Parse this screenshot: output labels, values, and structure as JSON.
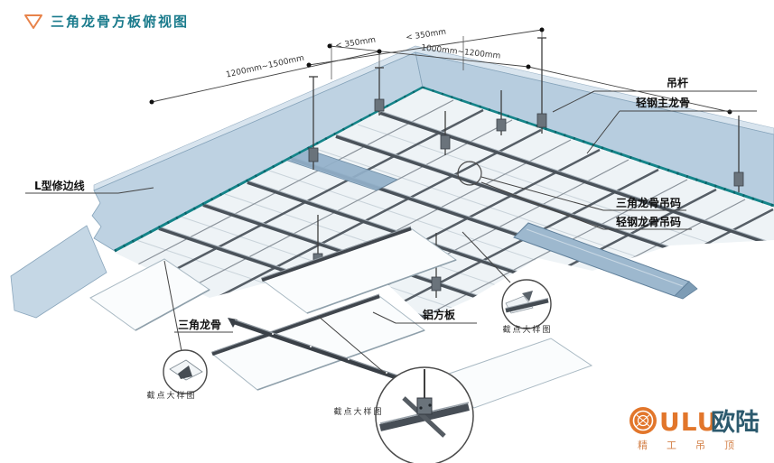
{
  "title": {
    "text": "三角龙骨方板俯视图"
  },
  "dimensions": {
    "span_left": "1200mm~1500mm",
    "span_right": "1000mm~1200mm",
    "edge_left": "< 350mm",
    "edge_right": "< 350mm"
  },
  "labels": {
    "hanger_rod": "吊杆",
    "main_keel": "轻钢主龙骨",
    "l_trim": "L型修边线",
    "triangle_keel_hanger": "三角龙骨吊码",
    "steel_keel_hanger": "轻钢龙骨吊码",
    "triangle_keel": "三角龙骨",
    "aluminum_panel": "铝方板",
    "detail_callout": "截点大样图"
  },
  "logo": {
    "brand_en": "ULU",
    "brand_cn": "欧陆",
    "tagline": "精工吊顶"
  },
  "colors": {
    "title_teal": "#1a7b8c",
    "accent_orange": "#e2762b",
    "band_blue": "#bed2e2",
    "edge_teal": "#148489",
    "panel_blue": "#92b0c9",
    "keel_dark": "#4a525a",
    "brand_navy": "#2c5a6e"
  }
}
